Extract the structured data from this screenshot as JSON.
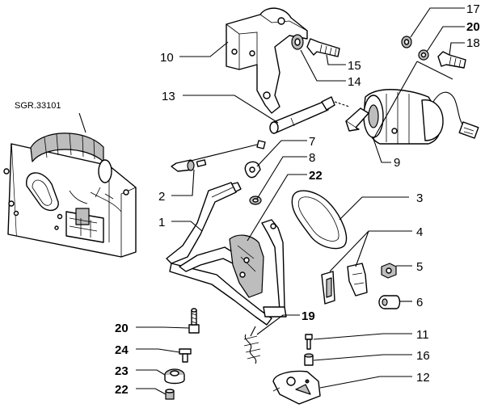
{
  "diagram": {
    "reference_code": "SGR.33101",
    "callouts": [
      {
        "id": "c17",
        "label": "17",
        "bold": false
      },
      {
        "id": "c20a",
        "label": "20",
        "bold": true
      },
      {
        "id": "c18",
        "label": "18",
        "bold": false
      },
      {
        "id": "c10",
        "label": "10",
        "bold": false
      },
      {
        "id": "c15",
        "label": "15",
        "bold": false
      },
      {
        "id": "c14",
        "label": "14",
        "bold": false
      },
      {
        "id": "c13",
        "label": "13",
        "bold": false
      },
      {
        "id": "c9",
        "label": "9",
        "bold": false
      },
      {
        "id": "c7",
        "label": "7",
        "bold": false
      },
      {
        "id": "c8",
        "label": "8",
        "bold": false
      },
      {
        "id": "c22a",
        "label": "22",
        "bold": true
      },
      {
        "id": "c2",
        "label": "2",
        "bold": false
      },
      {
        "id": "c3",
        "label": "3",
        "bold": false
      },
      {
        "id": "c1",
        "label": "1",
        "bold": false
      },
      {
        "id": "c4",
        "label": "4",
        "bold": false
      },
      {
        "id": "c5",
        "label": "5",
        "bold": false
      },
      {
        "id": "c6",
        "label": "6",
        "bold": false
      },
      {
        "id": "c19",
        "label": "19",
        "bold": true
      },
      {
        "id": "c20b",
        "label": "20",
        "bold": true
      },
      {
        "id": "c11",
        "label": "11",
        "bold": false
      },
      {
        "id": "c24",
        "label": "24",
        "bold": true
      },
      {
        "id": "c16",
        "label": "16",
        "bold": false
      },
      {
        "id": "c23",
        "label": "23",
        "bold": true
      },
      {
        "id": "c12",
        "label": "12",
        "bold": false
      },
      {
        "id": "c22b",
        "label": "22",
        "bold": true
      }
    ]
  }
}
